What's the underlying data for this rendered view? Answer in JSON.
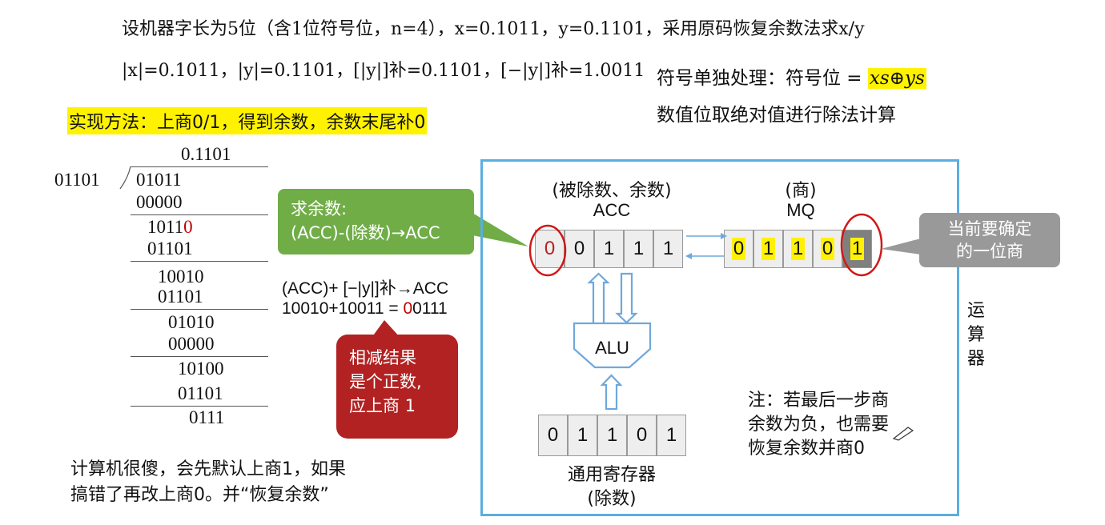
{
  "header": {
    "line1": "设机器字长为5位（含1位符号位，n=4），x=0.1011，y=0.1101，采用原码恢复余数法求x/y",
    "line2": "|x|=0.1011，|y|=0.1101，[|y|]补=0.1101，[−|y|]补=1.0011"
  },
  "sign_note": {
    "prefix": "符号单独处理：符号位 = ",
    "formula": "xs⊕ys",
    "line2": "数值位取绝对值进行除法计算"
  },
  "method": "实现方法：上商0/1，得到余数，余数末尾补0",
  "long_division": {
    "quotient": "0.1101",
    "divisor": "01101",
    "rows": [
      "01011",
      "00000",
      "1011",
      "0",
      "01101",
      "10010",
      "01101",
      "01010",
      "00000",
      "10100",
      "01101",
      "0111"
    ]
  },
  "acc_formula": {
    "line1_prefix": "(ACC)+ [−|y|]补",
    "line1_arrow": "→ACC",
    "line2_prefix": "10010+10011 = ",
    "line2_red": "0",
    "line2_rest": "0111"
  },
  "callouts": {
    "green_line1": "求余数:",
    "green_line2": "(ACC)-(除数)→ACC",
    "red_line1": "相减结果",
    "red_line2": "是个正数,",
    "red_line3": "应上商 1",
    "gray_line1": "当前要确定",
    "gray_line2": "的一位商"
  },
  "bottom_note": {
    "line1": "计算机很傻，会先默认上商1，如果",
    "line2": "搞错了再改上商0。并“恢复余数”"
  },
  "alu_box": {
    "acc_caption": "(被除数、余数)",
    "acc_name": "ACC",
    "mq_caption": "(商)",
    "mq_name": "MQ",
    "acc_bits": [
      "0",
      "0",
      "1",
      "1",
      "1"
    ],
    "mq_bits": [
      "0",
      "1",
      "1",
      "0",
      "1"
    ],
    "alu_label": "ALU",
    "reg_bits": [
      "0",
      "1",
      "1",
      "0",
      "1"
    ],
    "reg_caption1": "通用寄存器",
    "reg_caption2": "(除数)",
    "side_label": [
      "运",
      "算",
      "器"
    ],
    "note_line1": "注：若最后一步商",
    "note_line2": "余数为负，也需要",
    "note_line3": "恢复余数并商0"
  },
  "colors": {
    "highlight": "#fff200",
    "green": "#70ad47",
    "red": "#b22222",
    "gray": "#999999",
    "frame": "#5aaee0",
    "arrow": "#6fa8dc",
    "circle": "#d01818"
  }
}
